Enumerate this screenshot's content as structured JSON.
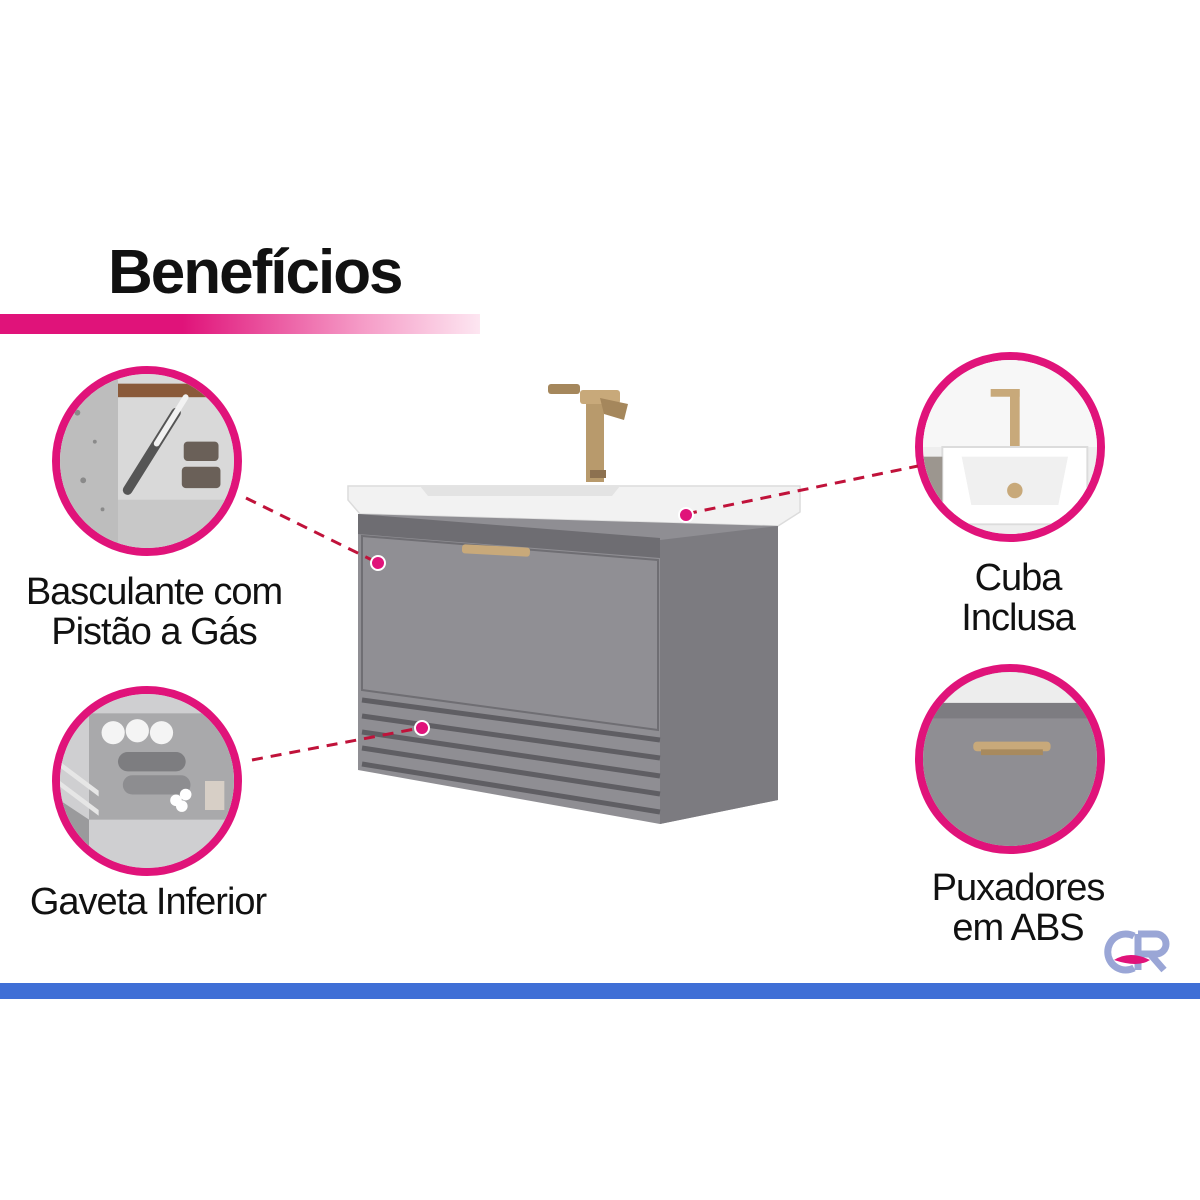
{
  "heading": "Benefícios",
  "features": {
    "tilt": {
      "label_line1": "Basculante com",
      "label_line2": "Pistão a Gás",
      "icon": "gas-piston-icon"
    },
    "drawer": {
      "label": "Gaveta Inferior",
      "icon": "drawer-icon"
    },
    "basin": {
      "label_line1": "Cuba",
      "label_line2": "Inclusa",
      "icon": "basin-icon"
    },
    "handles": {
      "label_line1": "Puxadores",
      "label_line2": "em ABS",
      "icon": "handle-icon"
    }
  },
  "colors": {
    "accent": "#e0137a",
    "bottom_bar": "#3f6fd6",
    "cabinet": "#8f8e93",
    "handle": "#c8a97a"
  }
}
